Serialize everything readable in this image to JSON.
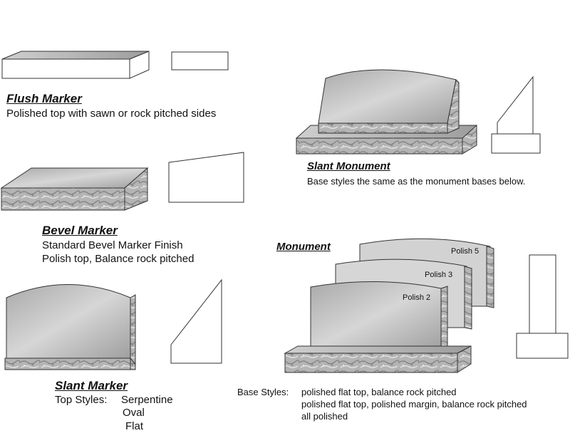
{
  "flush": {
    "title": "Flush Marker",
    "desc": "Polished top with sawn or rock pitched sides"
  },
  "bevel": {
    "title": "Bevel Marker",
    "line1": "Standard Bevel Marker Finish",
    "line2": "Polish top, Balance rock pitched"
  },
  "slant_marker": {
    "title": "Slant Marker",
    "top_styles_label": "Top Styles:",
    "styles": [
      "Serpentine",
      "Oval",
      "Flat"
    ]
  },
  "slant_monument": {
    "title": "Slant Monument",
    "desc": "Base styles the same as the monument bases below."
  },
  "monument": {
    "title": "Monument",
    "polish_labels": [
      "Polish 5",
      "Polish 3",
      "Polish 2"
    ],
    "base_styles_label": "Base Styles:",
    "base_styles": [
      "polished flat top, balance rock pitched",
      "polished flat top, polished margin, balance rock pitched",
      "all polished"
    ]
  },
  "colors": {
    "outline": "#333333",
    "polished_face": "#c8c8c8",
    "rock_texture": "#a9a9a9"
  }
}
